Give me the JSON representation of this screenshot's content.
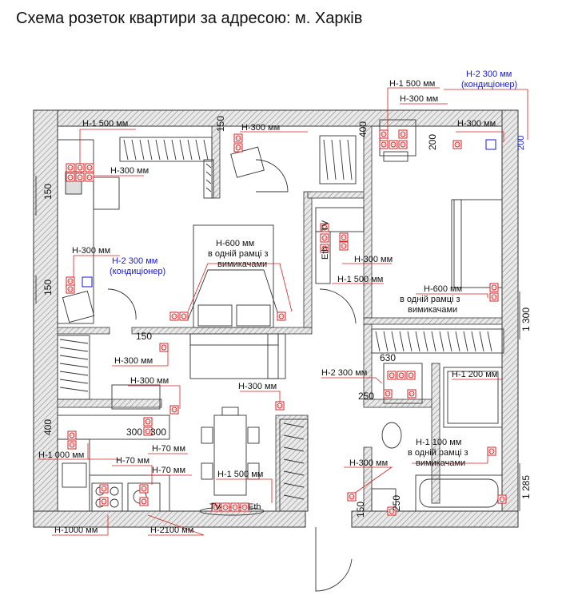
{
  "title": "Схема розеток квартири за адресою: м. Харків",
  "labels": {
    "h1_500_kitchen": "Н-1 500 мм",
    "h300_kitchen_top": "Н-300 мм",
    "dim150_kitchen_left": "150",
    "h300_left": "Н-300 мм",
    "h2_300_left": "Н-2 300 мм",
    "cond_left": "(кондиціонер)",
    "dim150_left": "150",
    "dim150_top": "150",
    "h300_top": "Н-300 мм",
    "h1_500_top": "Н-1 500 мм",
    "h300_top2": "Н-300 мм",
    "dim400_top": "400",
    "h2_300_top": "Н-2 300 мм",
    "cond_top": "(кондиціонер)",
    "h300_topright": "Н-300 мм",
    "dim200_a": "200",
    "dim200_b": "200",
    "h600_bed_1": "Н-600 мм",
    "h600_bed_2": "в одній рамці з",
    "h600_bed_3": "вимикачами",
    "h300_hall": "Н-300 мм",
    "h1_500_hall": "Н-1 500 мм",
    "h600_living_1": "Н-600 мм",
    "h600_living_2": "в одній рамці з",
    "h600_living_3": "вимикачами",
    "dim1300": "1 300",
    "dim150_mid": "150",
    "h300_mid": "Н-300 мм",
    "h300_mid2": "Н-300 мм",
    "h300_center": "Н-300 мм",
    "dim630": "630",
    "h2_300_bath": "Н-2 300 мм",
    "h1_200_bath": "Н-1 200 мм",
    "dim250_bath": "250",
    "dim400_kit": "400",
    "dim300_a": "300",
    "dim300_b": "300",
    "h70_1": "Н-70 мм",
    "h1000_kit": "Н-1 000 мм",
    "h70_2": "Н-70 мм",
    "h70_3": "Н-70 мм",
    "h1_500_dining": "Н-1 500 мм",
    "h1_100_1": "Н-1 100 мм",
    "h1_100_2": "в одній рамці з",
    "h1_100_3": "вимикачами",
    "h300_bath": "Н-300 мм",
    "dim1285": "1 285",
    "dim150_bath": "150",
    "dim250_bath2": "250",
    "h1000_bottom": "Н-1000 мм",
    "h2100_bottom": "Н-2100 мм",
    "tv1": "TV",
    "eth1": "Eth",
    "tv2": "TV",
    "eth2": "Eth"
  },
  "colors": {
    "wall_hatch": "#9a9a9a",
    "socket": "#d62020",
    "leader": "#d62020",
    "label_blue": "#1a1ad0",
    "line": "#222222"
  }
}
